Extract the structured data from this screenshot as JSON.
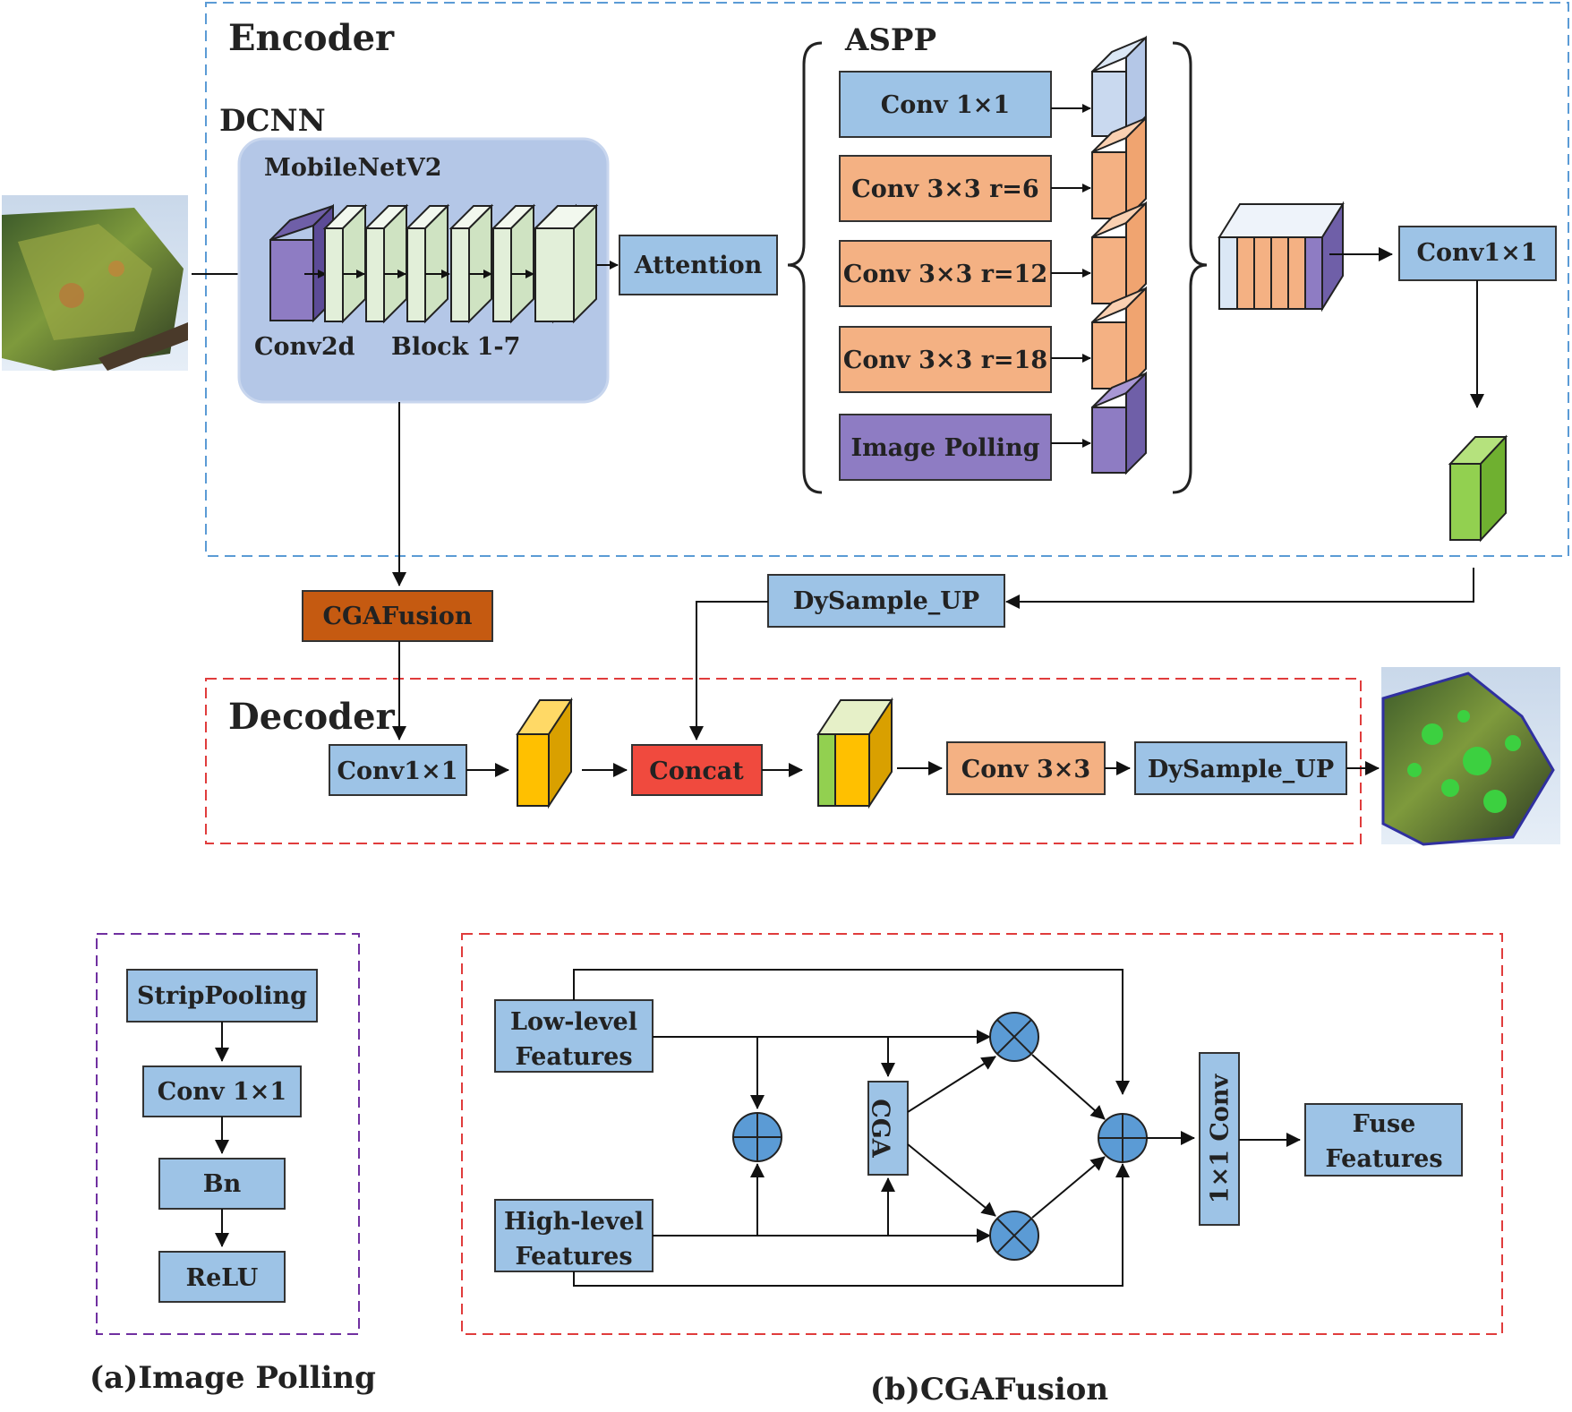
{
  "encoder": {
    "title": "Encoder",
    "dcnn_label": "DCNN",
    "backbone_label": "MobileNetV2",
    "conv2d_label": "Conv2d",
    "blocks_label": "Block 1-7",
    "attention_label": "Attention",
    "aspp_label": "ASPP",
    "aspp_branches": [
      "Conv 1×1",
      "Conv 3×3 r=6",
      "Conv 3×3 r=12",
      "Conv 3×3 r=18",
      "Image Polling"
    ],
    "post_conv_label": "Conv1×1"
  },
  "middle": {
    "cgafusion_label": "CGAFusion",
    "dysample_label": "DySample_UP"
  },
  "decoder": {
    "title": "Decoder",
    "conv_label": "Conv1×1",
    "concat_label": "Concat",
    "conv3_label": "Conv 3×3",
    "dysample_label": "DySample_UP"
  },
  "panel_a": {
    "caption": "(a)Image Polling",
    "steps": [
      "StripPooling",
      "Conv 1×1",
      "Bn",
      "ReLU"
    ]
  },
  "panel_b": {
    "caption": "(b)CGAFusion",
    "low_line1": "Low-level",
    "low_line2": "Features",
    "high_line1": "High-level",
    "high_line2": "Features",
    "cga_label": "CGA",
    "conv_label": "1×1 Conv",
    "fuse_line1": "Fuse",
    "fuse_line2": "Features"
  },
  "colors": {
    "blue": "#9dc3e6",
    "orange": "#f4b183",
    "purple": "#8e7cc3",
    "light_green": "#e2efd9",
    "green": "#92d050",
    "yellow": "#ffc000",
    "red": "#f04a3e",
    "brown": "#c55a11",
    "backbone_bg": "#b4c7e7",
    "encoder_border": "#5b9bd5",
    "decoder_border": "#e03c3c",
    "panel_a_border": "#7030a0"
  }
}
